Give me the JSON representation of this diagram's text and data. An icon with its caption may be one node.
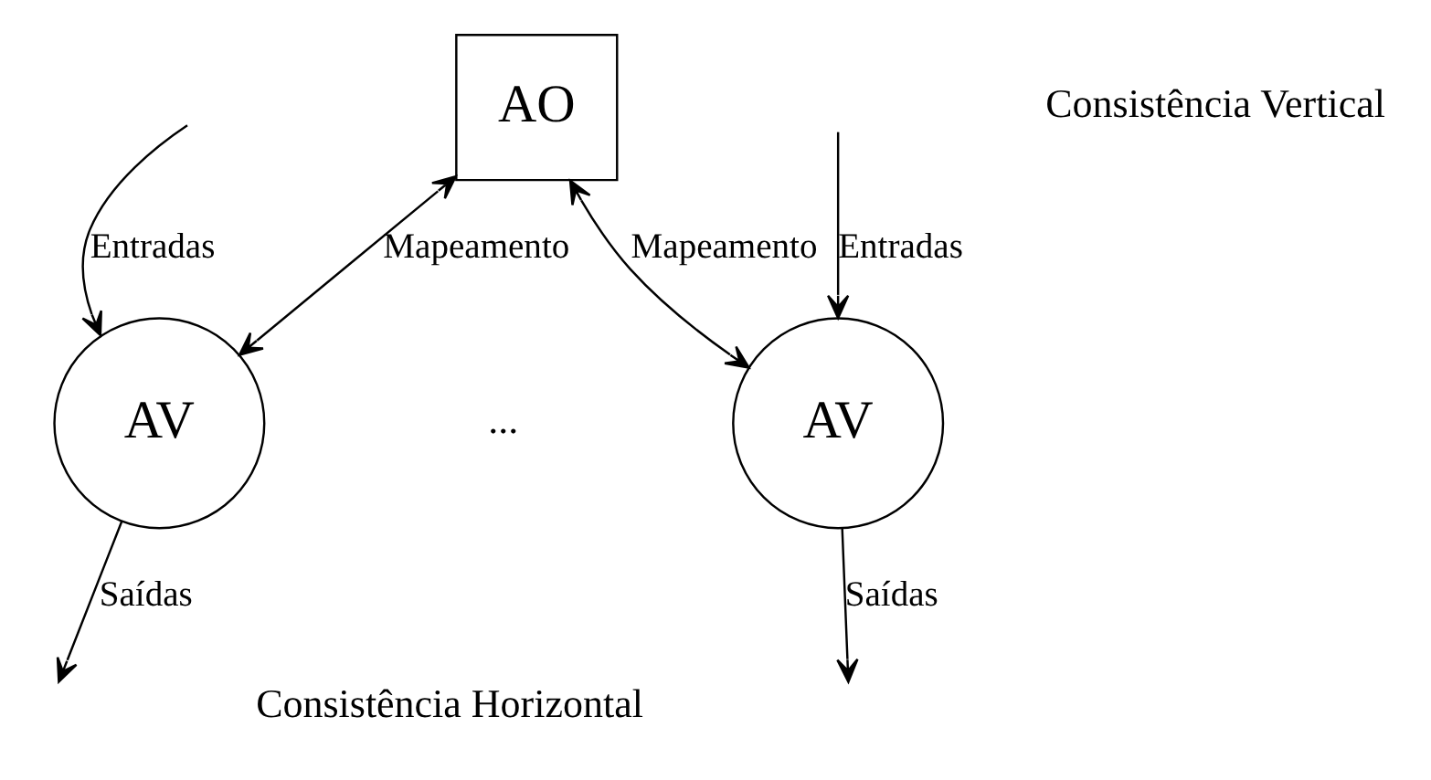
{
  "diagram": {
    "nodes": [
      {
        "text": [
          "AO"
        ]
      },
      {
        "text": [
          "AV"
        ]
      },
      {
        "text": [
          "AV"
        ]
      }
    ],
    "edges": [
      {
        "from": 0,
        "to": 1,
        "arrow": "both",
        "label": "Mapeamento"
      },
      {
        "from": 0,
        "to": 2,
        "arrow": "both",
        "label": "Mapeamento"
      },
      {
        "from": null,
        "to": 1,
        "arrow": "to",
        "label": "Entradas"
      },
      {
        "from": 1,
        "to": null,
        "arrow": "to",
        "label": "Saídas"
      },
      {
        "from": null,
        "to": 2,
        "arrow": "to",
        "label": "Entradas"
      },
      {
        "from": 2,
        "to": null,
        "arrow": "to",
        "label": "Saídas"
      }
    ],
    "labels": [
      "Consistência Vertical",
      "...",
      "Consistência Horizontal"
    ]
  }
}
